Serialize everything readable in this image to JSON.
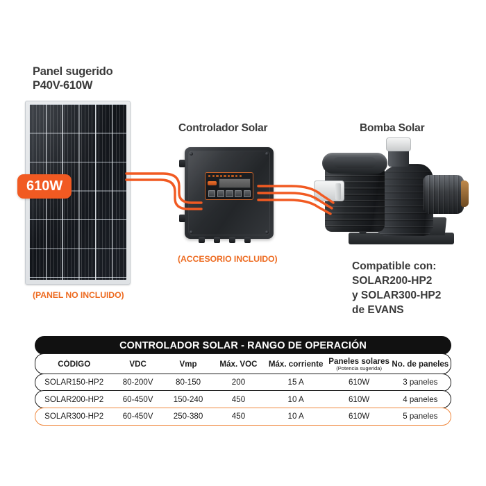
{
  "panel": {
    "title_line1": "Panel sugerido",
    "title_line2": "P40V-610W",
    "badge": "610W",
    "note": "(PANEL NO INCLUIDO)"
  },
  "controller": {
    "title": "Controlador Solar",
    "note": "(ACCESORIO INCLUIDO)"
  },
  "pump": {
    "title": "Bomba Solar",
    "compat_line1": "Compatible con:",
    "compat_line2": "SOLAR200-HP2",
    "compat_line3": "y SOLAR300-HP2",
    "compat_line4": "de EVANS"
  },
  "table": {
    "title": "CONTROLADOR SOLAR - RANGO DE OPERACIÓN",
    "headers": {
      "codigo": "CÓDIGO",
      "vdc": "VDC",
      "vmp": "Vmp",
      "max_voc": "Máx. VOC",
      "max_corriente": "Máx. corriente",
      "paneles_solares": "Paneles solares",
      "paneles_solares_sub": "(Potencia sugerida)",
      "no_paneles": "No. de paneles"
    },
    "rows": [
      {
        "codigo": "SOLAR150-HP2",
        "vdc": "80-200V",
        "vmp": "80-150",
        "max_voc": "200",
        "max_corriente": "15 A",
        "paneles_solares": "610W",
        "no_paneles": "3 paneles",
        "highlighted": false
      },
      {
        "codigo": "SOLAR200-HP2",
        "vdc": "60-450V",
        "vmp": "150-240",
        "max_voc": "450",
        "max_corriente": "10 A",
        "paneles_solares": "610W",
        "no_paneles": "4 paneles",
        "highlighted": false
      },
      {
        "codigo": "SOLAR300-HP2",
        "vdc": "60-450V",
        "vmp": "250-380",
        "max_voc": "450",
        "max_corriente": "10 A",
        "paneles_solares": "610W",
        "no_paneles": "5 paneles",
        "highlighted": true
      }
    ]
  },
  "colors": {
    "orange": "#F15A22",
    "orange_note": "#ED6B21",
    "orange_row_border": "#F0873C",
    "dark": "#111111",
    "text": "#3a3a3a"
  }
}
